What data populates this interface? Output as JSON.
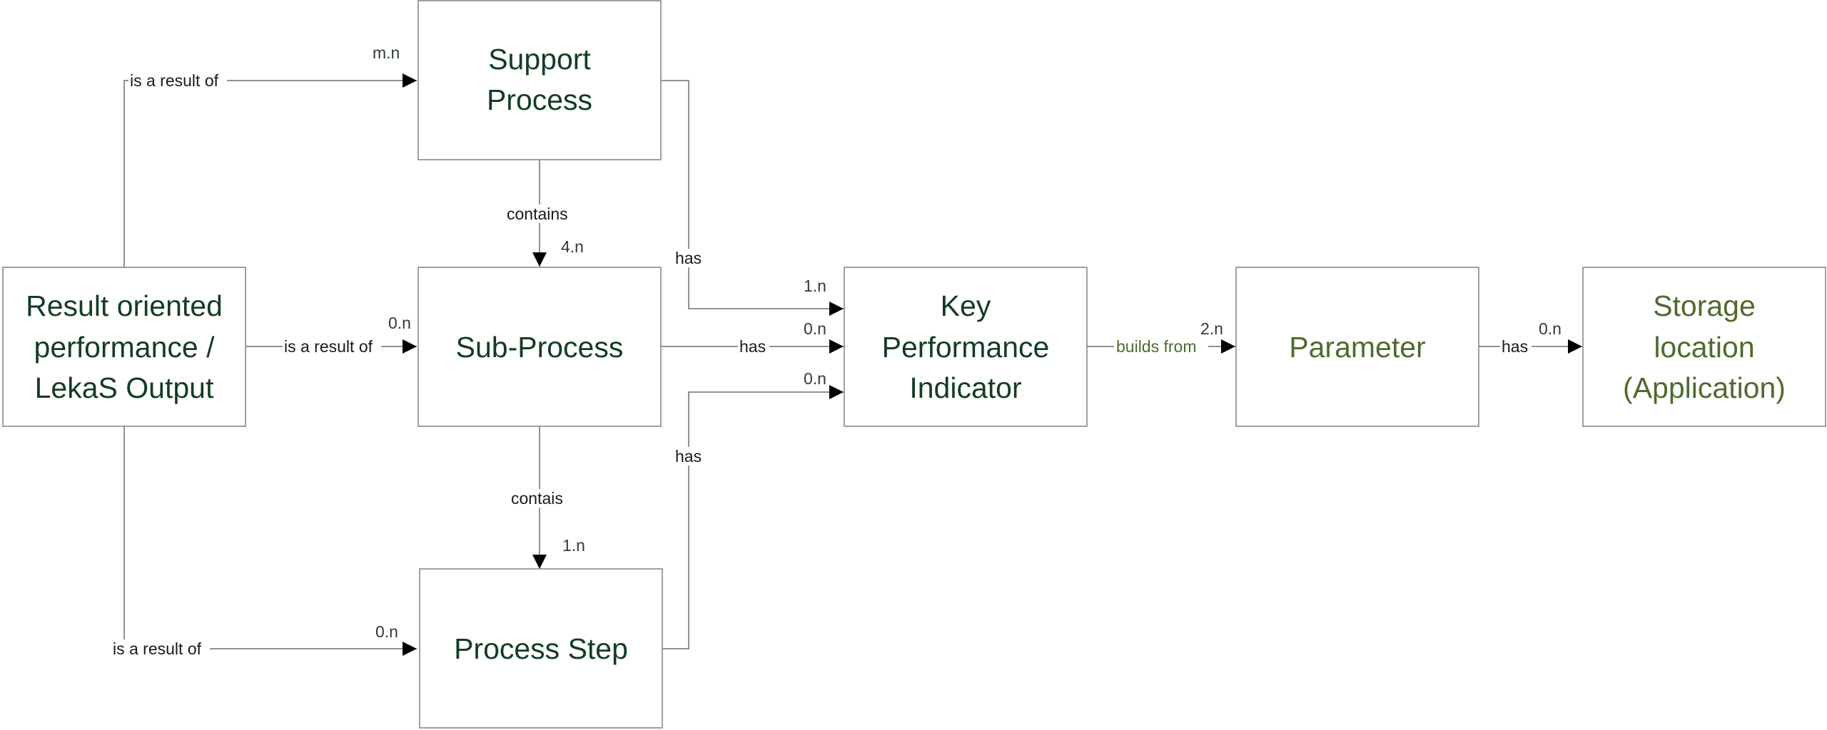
{
  "colors": {
    "box_border": "#808080",
    "node_text_dark": "#133d23",
    "node_text_olive": "#4e6b2f",
    "edge_line": "#6e6e6e",
    "label_text": "#1a1a1a"
  },
  "nodes": {
    "result": {
      "lines": [
        "Result oriented",
        "performance /",
        "LekaS Output"
      ]
    },
    "support": {
      "lines": [
        "Support",
        "Process"
      ]
    },
    "subprocess": {
      "lines": [
        "Sub-Process"
      ]
    },
    "processstep": {
      "lines": [
        "Process Step"
      ]
    },
    "kpi": {
      "lines": [
        "Key",
        "Performance",
        "Indicator"
      ]
    },
    "parameter": {
      "lines": [
        "Parameter"
      ]
    },
    "storage": {
      "lines": [
        "Storage",
        "location",
        "(Application)"
      ]
    }
  },
  "edges": {
    "result_support": {
      "label": "is a result of",
      "multiplicity": "m.n"
    },
    "result_subprocess": {
      "label": "is a result of",
      "multiplicity": "0.n"
    },
    "result_processstep": {
      "label": "is a result of",
      "multiplicity": "0.n"
    },
    "support_subprocess": {
      "label": "contains",
      "multiplicity": "4.n"
    },
    "subprocess_processstep": {
      "label": "contais",
      "multiplicity": "1.n"
    },
    "support_kpi": {
      "label": "has",
      "multiplicity": "1.n"
    },
    "subprocess_kpi": {
      "label": "has",
      "multiplicity": "0.n"
    },
    "processstep_kpi": {
      "label": "has",
      "multiplicity": "0.n"
    },
    "kpi_parameter": {
      "label": "builds from",
      "multiplicity": "2.n"
    },
    "parameter_storage": {
      "label": "has",
      "multiplicity": "0.n"
    }
  }
}
